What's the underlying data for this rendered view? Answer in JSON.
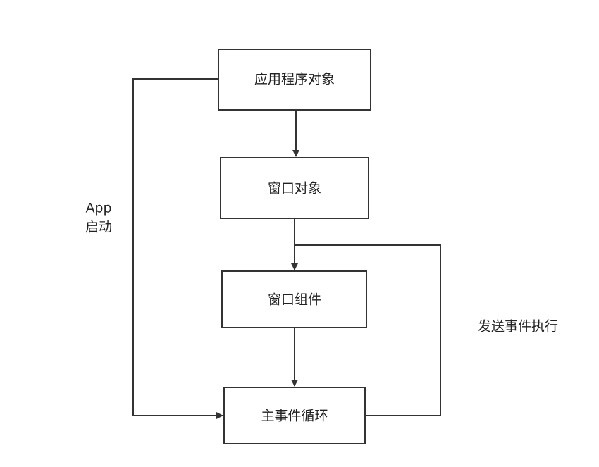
{
  "nodes": {
    "app_object": "应用程序对象",
    "window_object": "窗口对象",
    "window_widgets": "窗口组件",
    "main_event_loop": "主事件循环"
  },
  "labels": {
    "app_launch_line1": "App",
    "app_launch_line2": "启动",
    "send_event": "发送事件执行"
  },
  "colors": {
    "stroke": "#333333",
    "text": "#222222",
    "background": "#ffffff"
  }
}
